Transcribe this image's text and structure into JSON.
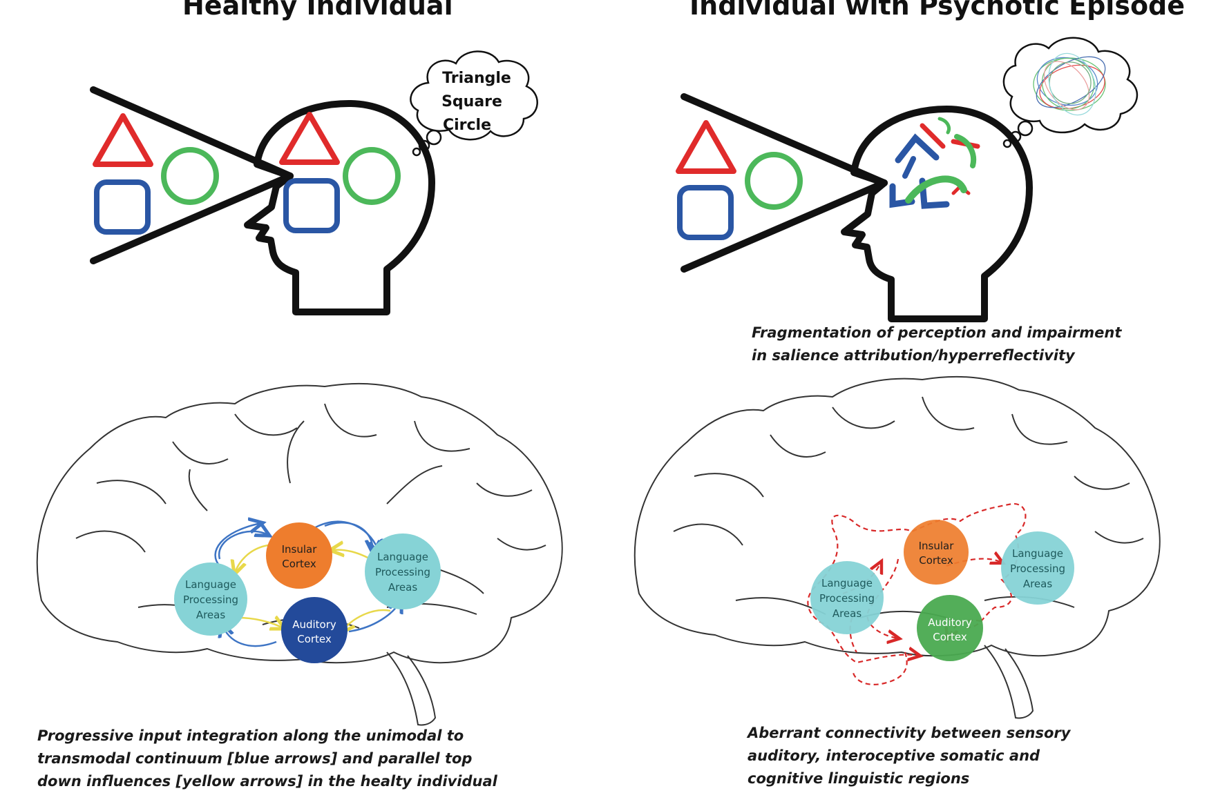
{
  "titles": {
    "left": "Healthy Individual",
    "right": "Individual with Psychotic Episode"
  },
  "thought_cloud": {
    "line1": "Triangle",
    "line2": "Square",
    "line3": "Circle"
  },
  "captions": {
    "fragmentation": {
      "line1": "Fragmentation of perception and impairment",
      "line2": "in salience attribution/hyperreflectivity"
    },
    "healthy_brain": {
      "line1": "Progressive input integration along the unimodal to",
      "line2": "transmodal continuum [blue arrows] and parallel top",
      "line3": "down influences [yellow arrows] in the healty individual"
    },
    "psychotic_brain": {
      "line1": "Aberrant connectivity  between sensory",
      "line2": "auditory, interoceptive somatic and",
      "line3": "cognitive linguistic regions"
    }
  },
  "healthy_nodes": {
    "insular": {
      "line1": "Insular",
      "line2": "Cortex"
    },
    "lang_left": {
      "line1": "Language",
      "line2": "Processing",
      "line3": "Areas"
    },
    "lang_right": {
      "line1": "Language",
      "line2": "Processing",
      "line3": "Areas"
    },
    "auditory": {
      "line1": "Auditory",
      "line2": "Cortex"
    }
  },
  "psychotic_nodes": {
    "insular": {
      "line1": "Insular",
      "line2": "Cortex"
    },
    "lang_left": {
      "line1": "Language",
      "line2": "Processing",
      "line3": "Areas"
    },
    "lang_right": {
      "line1": "Language",
      "line2": "Processing",
      "line3": "Areas"
    },
    "auditory": {
      "line1": "Auditory",
      "line2": "Cortex"
    }
  },
  "colors": {
    "triangle": "#e02b2b",
    "square": "#2a56a4",
    "circle": "#4cb85a",
    "insular": "#ee7d2d",
    "language": "#86d3d6",
    "auditory_healthy": "#234a9a",
    "auditory_psychotic": "#4aaa50",
    "blue_arrow": "#3d74c4",
    "yellow_arrow": "#e8d84a",
    "red_dashed": "#d82828"
  }
}
